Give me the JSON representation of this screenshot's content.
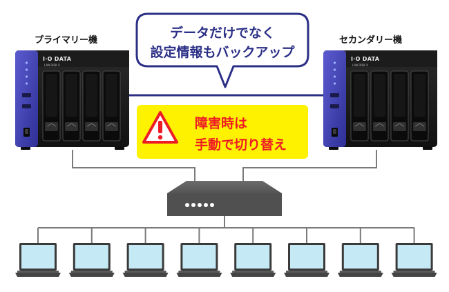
{
  "nodes": {
    "primary": {
      "label": "プライマリー機",
      "brand": "I·O DATA",
      "model": "LAN DISK X"
    },
    "secondary": {
      "label": "セカンダリー機",
      "brand": "I·O DATA",
      "model": "LAN DISK X"
    }
  },
  "callout": {
    "line1": "データだけでなく",
    "line2": "設定情報もバックアップ"
  },
  "warning": {
    "line1": "障害時は",
    "line2": "手動で切り替え",
    "icon": "warning-icon"
  },
  "switch": {
    "icon": "network-switch-icon",
    "port_count": 5
  },
  "clients": {
    "count": 8,
    "icon": "laptop-icon"
  },
  "colors": {
    "accent_navy": "#2b2f86",
    "accent_purple": "#4a4ab8",
    "warning_fill": "#fff200",
    "warning_text": "#ee1c24",
    "line": "#7a7a7a",
    "laptop_screen": "#c5eaf6",
    "laptop_frame": "#3a3a3a"
  }
}
